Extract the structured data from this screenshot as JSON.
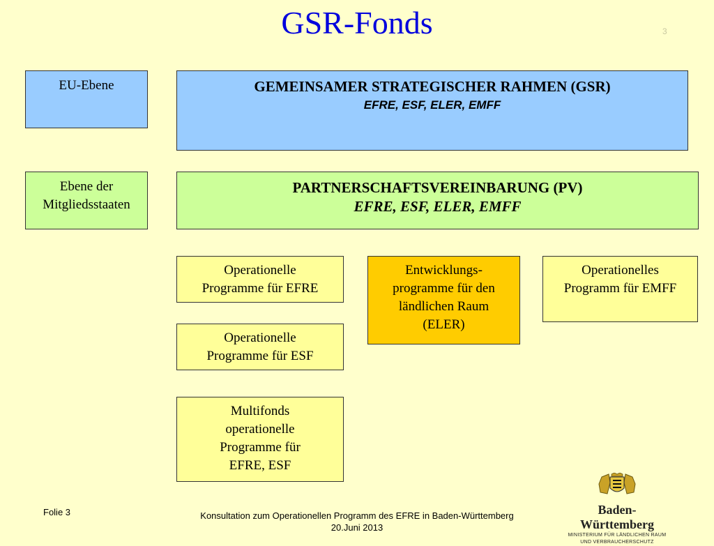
{
  "slide": {
    "title": "GSR-Fonds",
    "number": "3"
  },
  "levels": {
    "eu": "EU-Ebene",
    "member": [
      "Ebene der",
      "Mitgliedsstaaten"
    ]
  },
  "gsr": {
    "title": "GEMEINSAMER STRATEGISCHER RAHMEN (GSR)",
    "funds": "EFRE, ESF, ELER, EMFF"
  },
  "pv": {
    "title": "PARTNERSCHAFTSVEREINBARUNG (PV)",
    "funds": "EFRE, ESF, ELER, EMFF"
  },
  "programs": {
    "efre": [
      "Operationelle",
      "Programme für EFRE"
    ],
    "esf": [
      "Operationelle",
      "Programme für ESF"
    ],
    "multi": [
      "Multifonds",
      "operationelle",
      "Programme für",
      "EFRE, ESF"
    ],
    "eler": [
      "Entwicklungs-",
      "programme für den",
      "ländlichen Raum",
      "(ELER)"
    ],
    "emff": [
      "Operationelles",
      "Programm für EMFF"
    ]
  },
  "footer": {
    "folie": "Folie 3",
    "line1": "Konsultation zum Operationellen Programm des EFRE in Baden-Württemberg",
    "line2": "20.Juni 2013"
  },
  "logo": {
    "name": "Baden-Württemberg",
    "sub1": "MINISTERIUM FÜR LÄNDLICHEN RAUM",
    "sub2": "UND VERBRAUCHERSCHUTZ"
  },
  "colors": {
    "background": "#ffffcc",
    "title": "#0000dd",
    "eu_level": "#99ccff",
    "member_level": "#ccff99",
    "programs": "#ffff99",
    "eler": "#ffcc00"
  }
}
